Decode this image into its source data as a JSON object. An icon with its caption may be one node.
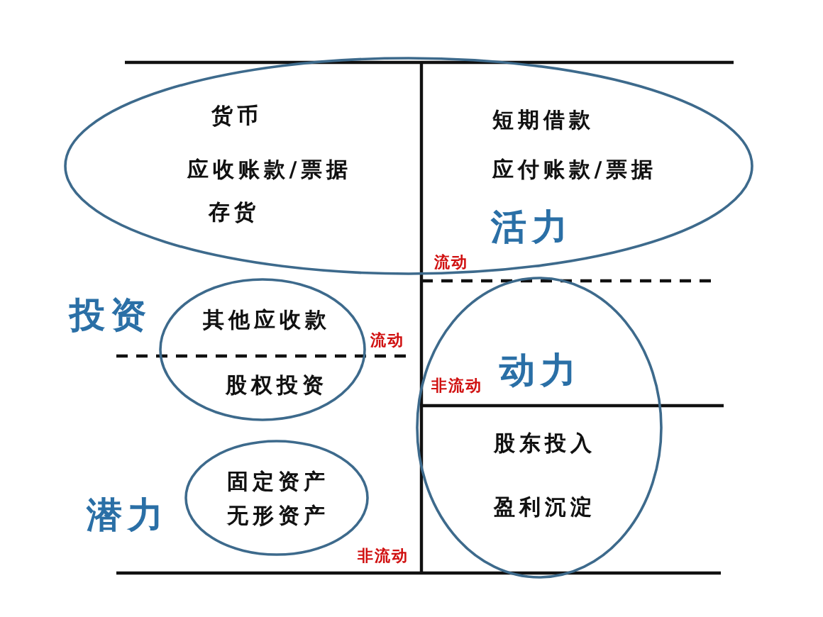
{
  "diagram": {
    "nodes": [
      {
        "text": [
          "货币",
          "应收账款/票据",
          "存货",
          "短期借款",
          "应付账款/票据",
          "活力"
        ]
      },
      {
        "text": [
          "其他应收款",
          "股权投资"
        ]
      },
      {
        "text": [
          "动力",
          "股东投入",
          "盈利沉淀"
        ]
      },
      {
        "text": [
          "固定资产",
          "无形资产"
        ]
      }
    ],
    "labels": [
      "流动",
      "投资",
      "流动",
      "非流动",
      "潜力",
      "非流动"
    ]
  }
}
